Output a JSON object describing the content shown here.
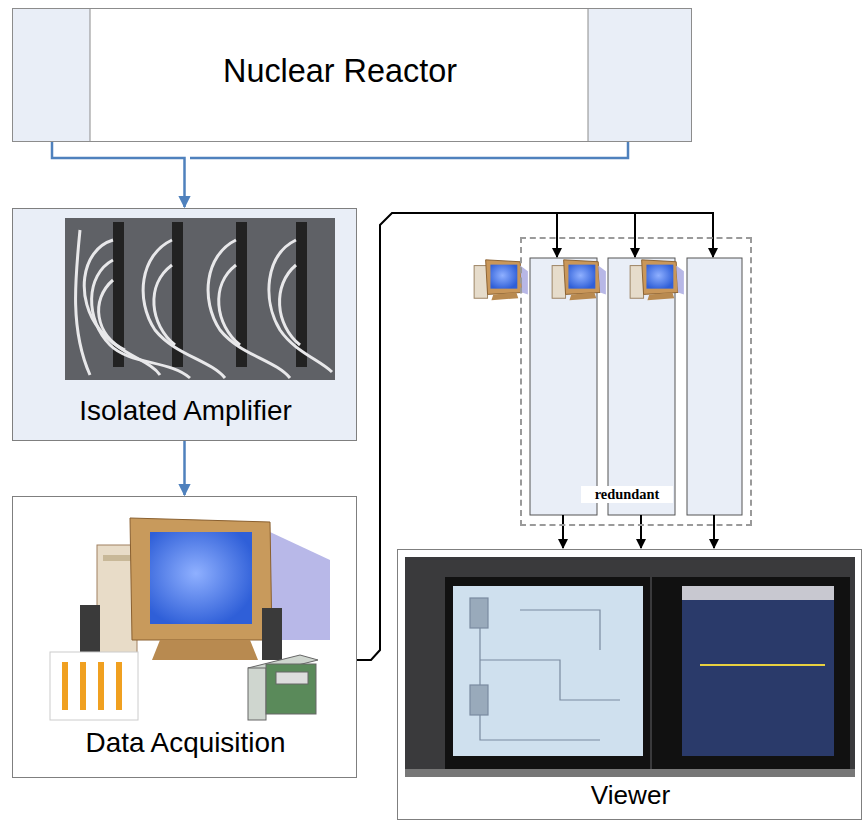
{
  "diagram": {
    "nodes": [
      {
        "text": [
          "Nuclear Reactor"
        ]
      },
      {
        "text": [
          "Isolated Amplifier"
        ]
      },
      {
        "text": [
          "Data Acquisition"
        ]
      },
      {
        "text": [
          "Viewer"
        ]
      },
      {
        "text": [
          "redundant"
        ]
      }
    ],
    "edges": [
      {
        "from": 0,
        "to": 1,
        "arrow": "to"
      },
      {
        "from": 1,
        "to": 2,
        "arrow": "to"
      },
      {
        "from": 2,
        "to": 4,
        "arrow": "to"
      },
      {
        "from": 4,
        "to": 3,
        "arrow": "to"
      }
    ]
  }
}
